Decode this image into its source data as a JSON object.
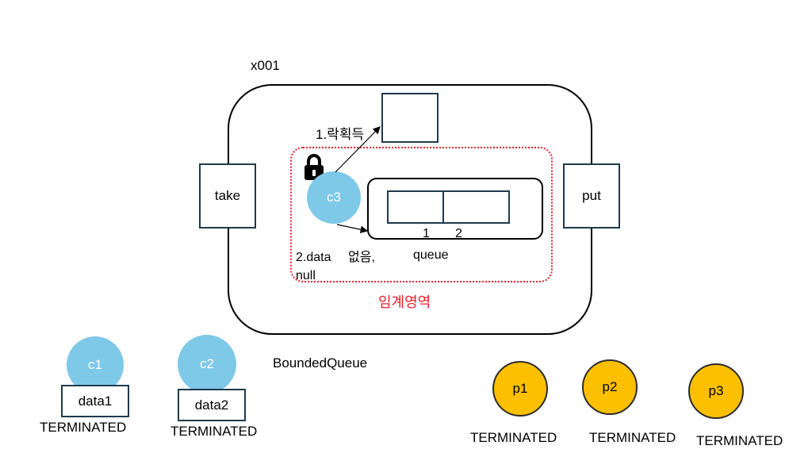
{
  "object": {
    "address": "x001",
    "class_name": "BoundedQueue",
    "take_label": "take",
    "put_label": "put"
  },
  "critical_section": {
    "label": "임계영역",
    "border_color": "#e8202a"
  },
  "lock": {
    "icon": "padlock-icon",
    "step1_label": "1.락획득"
  },
  "active_thread": {
    "name": "c3",
    "step2_line1": "2.data",
    "step2_korean": "없음,",
    "step2_line2": "null"
  },
  "queue": {
    "label": "queue",
    "slot_indices": [
      "1",
      "2"
    ]
  },
  "consumers": [
    {
      "name": "c1",
      "data": "data1",
      "status": "TERMINATED"
    },
    {
      "name": "c2",
      "data": "data2",
      "status": "TERMINATED"
    }
  ],
  "producers": [
    {
      "name": "p1",
      "status": "TERMINATED"
    },
    {
      "name": "p2",
      "status": "TERMINATED"
    },
    {
      "name": "p3",
      "status": "TERMINATED"
    }
  ],
  "colors": {
    "consumer_fill": "#7ec8e8",
    "producer_fill": "#fcc000",
    "critical_text": "#e8202a"
  }
}
